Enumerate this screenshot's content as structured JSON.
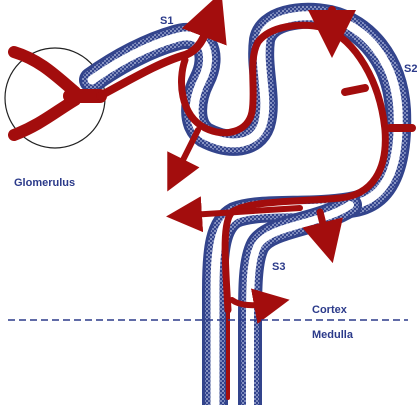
{
  "labels": {
    "s1": "S1",
    "s2": "S2",
    "s3": "S3",
    "glomerulus": "Glomerulus",
    "cortex": "Cortex",
    "medulla": "Medulla"
  },
  "colors": {
    "tubule_wall": "#33448c",
    "tubule_stipple": "#a9b4dc",
    "blood_flow": "#a30d0d",
    "boundary_line": "#2b3a8a",
    "label_text": "#2b3a8a",
    "glomerulus_outline": "#222222"
  }
}
